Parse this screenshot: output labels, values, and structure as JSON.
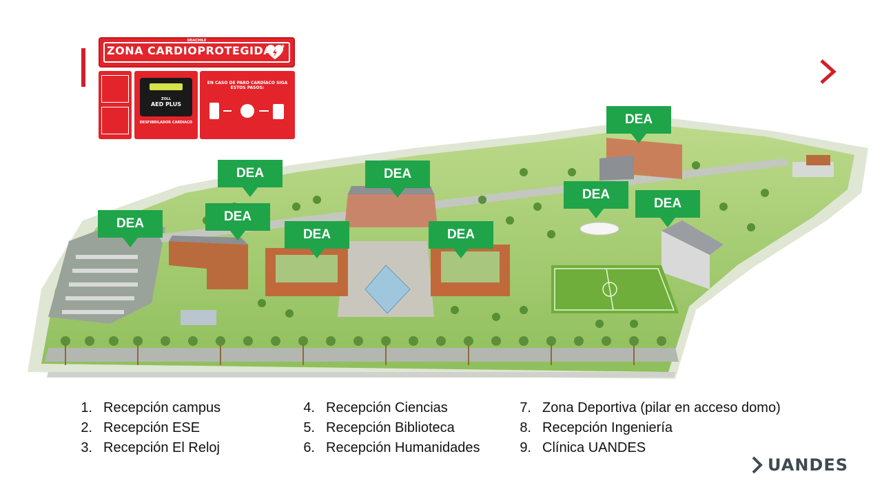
{
  "sign": {
    "brand": "DEACHILE",
    "title": "ZONA CARDIOPROTEGIDA",
    "device_brand": "ZOLL",
    "device_name": "AED PLUS",
    "device_caption": "DESFIBRILADOR CARDIACO",
    "instructions_title": "EN CASO DE PARO CARDÍACO SIGA ESTOS PASOS:"
  },
  "map": {
    "markers": [
      {
        "label": "DEA"
      },
      {
        "label": "DEA"
      },
      {
        "label": "DEA"
      },
      {
        "label": "DEA"
      },
      {
        "label": "DEA"
      },
      {
        "label": "DEA"
      },
      {
        "label": "DEA"
      },
      {
        "label": "DEA"
      },
      {
        "label": "DEA"
      }
    ]
  },
  "legend": {
    "columns": [
      [
        {
          "num": "1.",
          "label": "Recepción campus"
        },
        {
          "num": "2.",
          "label": "Recepción ESE"
        },
        {
          "num": "3.",
          "label": "Recepción El Reloj"
        }
      ],
      [
        {
          "num": "4.",
          "label": "Recepción Ciencias"
        },
        {
          "num": "5.",
          "label": "Recepción Biblioteca"
        },
        {
          "num": "6.",
          "label": "Recepción Humanidades"
        }
      ],
      [
        {
          "num": "7.",
          "label": "Zona Deportiva (pilar en acceso domo)"
        },
        {
          "num": "8.",
          "label": "Recepción Ingeniería"
        },
        {
          "num": "9.",
          "label": "Clínica UANDES"
        }
      ]
    ]
  },
  "logo": {
    "text": "UANDES"
  },
  "colors": {
    "accent_red": "#d0202a",
    "dea_green": "#1fa44a",
    "logo_gray": "#3e4a52"
  }
}
